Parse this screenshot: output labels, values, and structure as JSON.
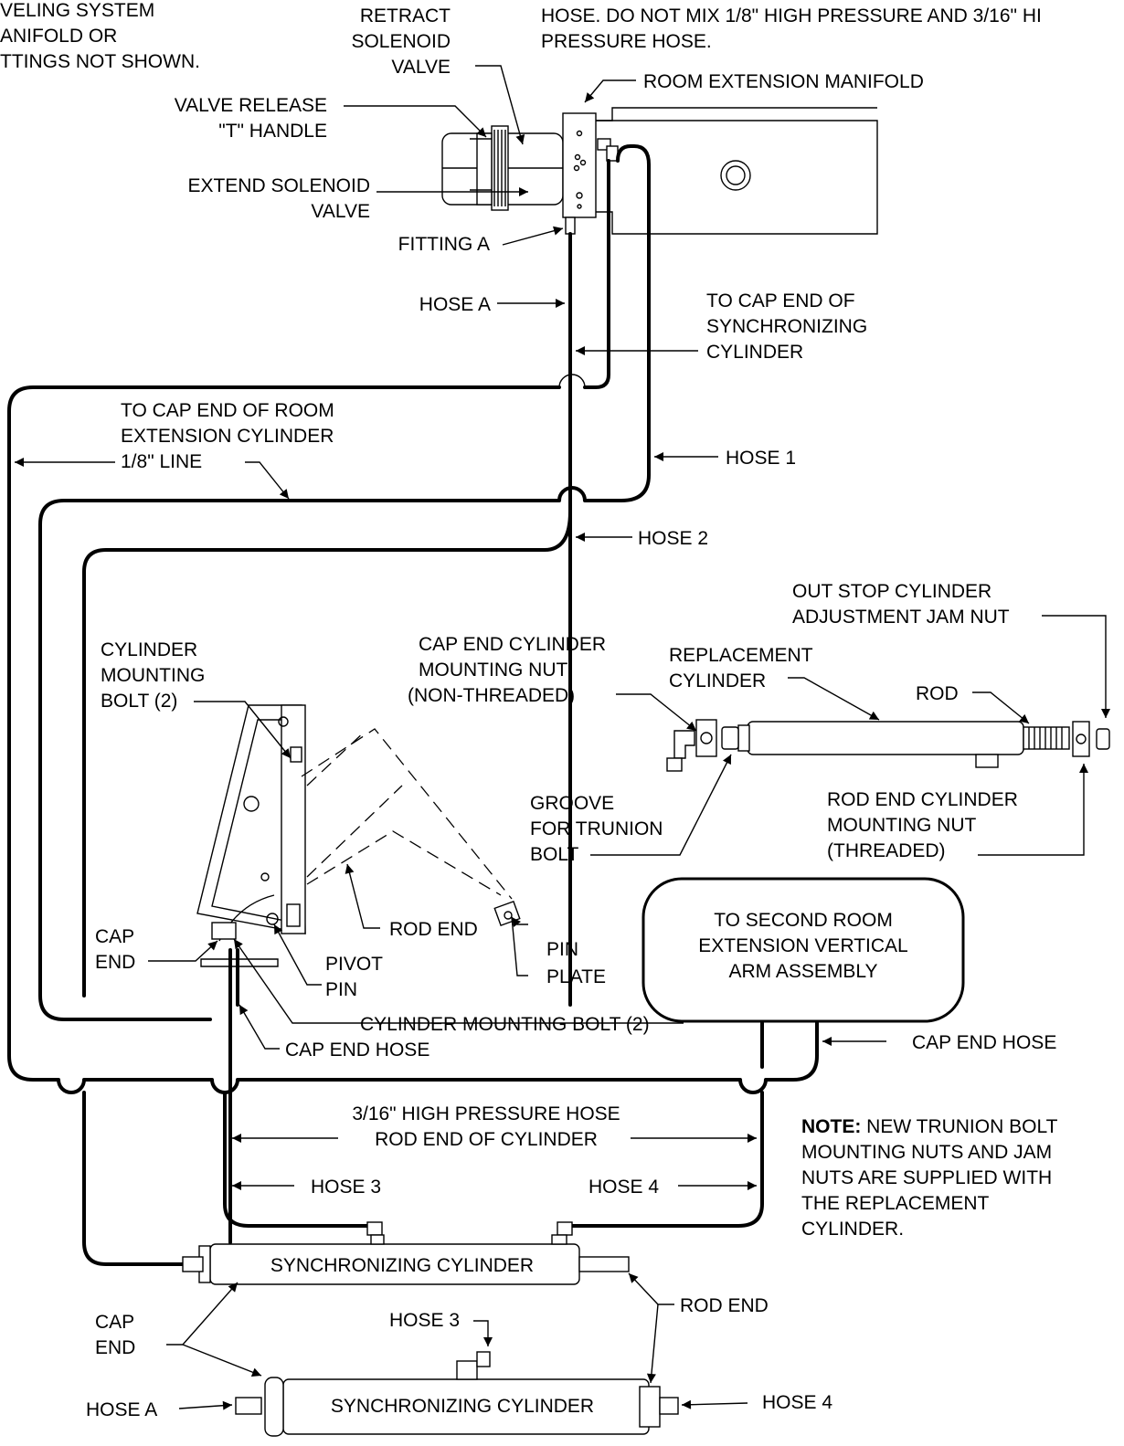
{
  "labels": {
    "top_left_1": "VELING SYSTEM",
    "top_left_2": "ANIFOLD OR",
    "top_left_3": "TTINGS NOT SHOWN.",
    "top_note_1": "HOSE.  DO NOT MIX 1/8\" HIGH PRESSURE AND 3/16\" HI",
    "top_note_2": "PRESSURE HOSE.",
    "retract_1": "RETRACT",
    "retract_2": "SOLENOID",
    "retract_3": "VALVE",
    "room_ext_manifold": "ROOM EXTENSION MANIFOLD",
    "valve_release_1": "VALVE RELEASE",
    "valve_release_2": "\"T\" HANDLE",
    "extend_1": "EXTEND SOLENOID",
    "extend_2": "VALVE",
    "fitting_a": "FITTING A",
    "hose_a_top": "HOSE A",
    "to_cap_sync_1": "TO CAP END OF",
    "to_cap_sync_2": "SYNCHRONIZING",
    "to_cap_sync_3": "CYLINDER",
    "to_cap_room_1": "TO CAP END OF ROOM",
    "to_cap_room_2": "EXTENSION CYLINDER",
    "line_18": "1/8\" LINE",
    "hose_1": "HOSE 1",
    "hose_2": "HOSE 2",
    "out_stop_1": "OUT STOP CYLINDER",
    "out_stop_2": "ADJUSTMENT JAM NUT",
    "cap_nut_1": "CAP END CYLINDER",
    "cap_nut_2": "MOUNTING NUT",
    "cap_nut_3": "(NON-THREADED)",
    "replacement_1": "REPLACEMENT",
    "replacement_2": "CYLINDER",
    "rod": "ROD",
    "cyl_bolt_1": "CYLINDER",
    "cyl_bolt_2": "MOUNTING",
    "cyl_bolt_3": "BOLT (2)",
    "groove_1": "GROOVE",
    "groove_2": "FOR TRUNION",
    "groove_3": "BOLT",
    "rod_nut_1": "ROD END CYLINDER",
    "rod_nut_2": "MOUNTING NUT",
    "rod_nut_3": "(THREADED)",
    "second_room_1": "TO SECOND ROOM",
    "second_room_2": "EXTENSION VERTICAL",
    "second_room_3": "ARM ASSEMBLY",
    "cap_end_1": "CAP",
    "cap_end_2": "END",
    "rod_end_arm": "ROD END",
    "pin_plate_1": "PIN",
    "pin_plate_2": "PLATE",
    "pivot_1": "PIVOT",
    "pivot_2": "PIN",
    "cyl_bolt_bottom": "CYLINDER MOUNTING BOLT (2)",
    "cap_end_hose_left": "CAP END HOSE",
    "cap_end_hose_right": "CAP END HOSE",
    "hp_hose_1": "3/16\" HIGH PRESSURE HOSE",
    "hp_hose_2": "ROD END OF CYLINDER",
    "note_bold": "NOTE:",
    "note_1": "  NEW TRUNION BOLT",
    "note_2": "MOUNTING NUTS AND JAM",
    "note_3": "NUTS ARE SUPPLIED WITH",
    "note_4": "THE REPLACEMENT",
    "note_5": "CYLINDER.",
    "hose_3": "HOSE 3",
    "hose_4": "HOSE 4",
    "sync_cyl_top": "SYNCHRONIZING CYLINDER",
    "rod_end_sync": "ROD END",
    "cap_end_sync_1": "CAP",
    "cap_end_sync_2": "END",
    "hose_3_bottom": "HOSE 3",
    "hose_a_bottom": "HOSE A",
    "sync_cyl_bottom": "SYNCHRONIZING CYLINDER",
    "hose_4_bottom": "HOSE 4"
  }
}
